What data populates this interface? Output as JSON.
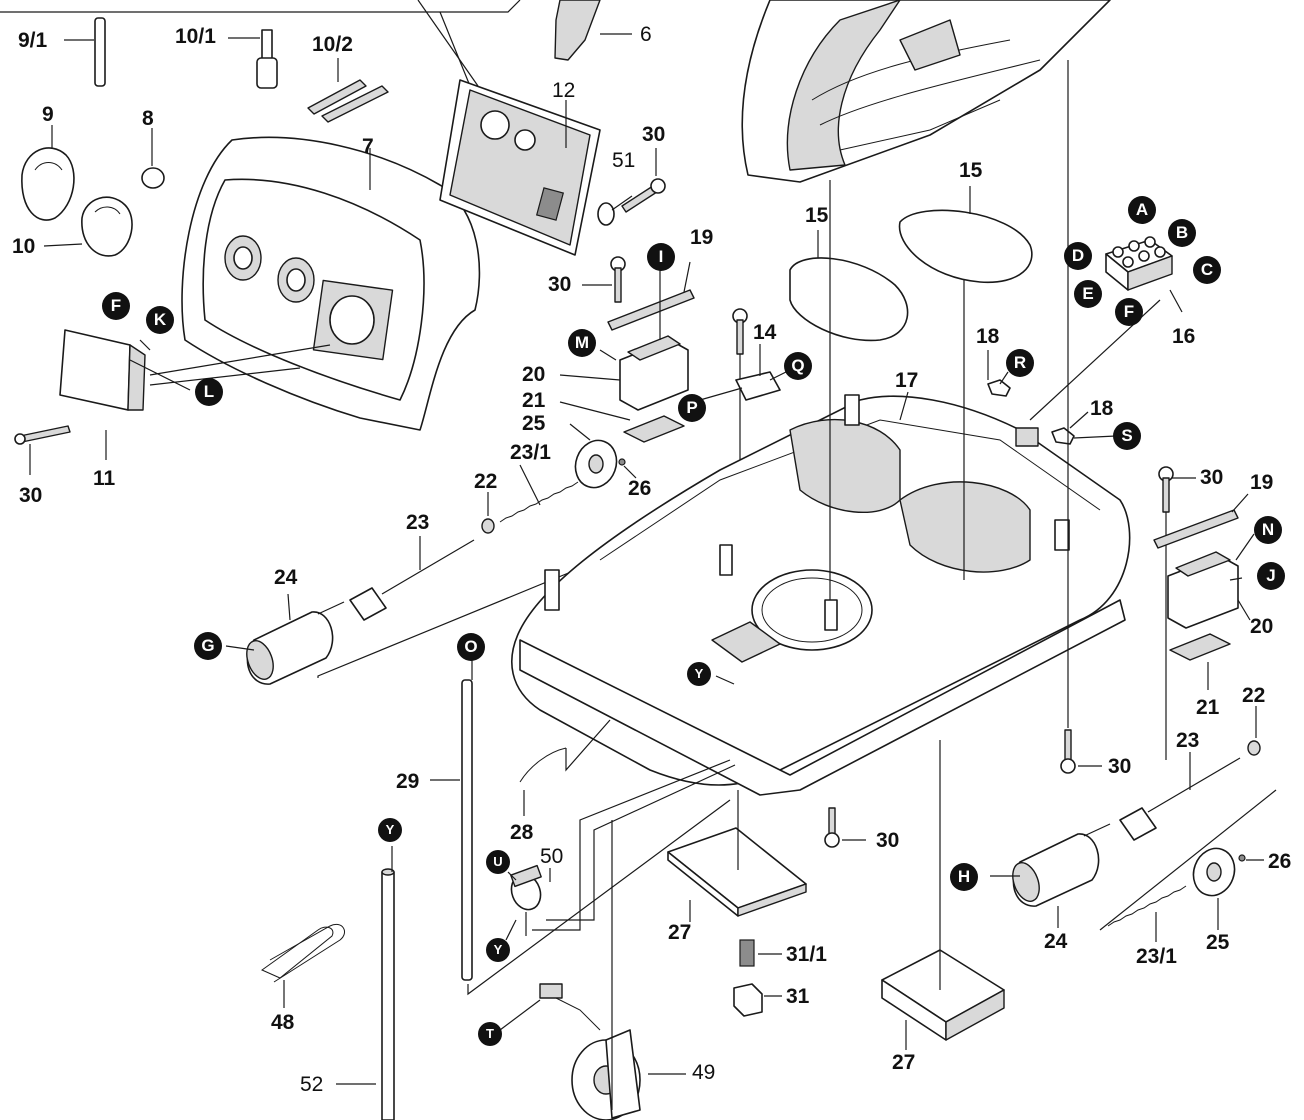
{
  "part_numbers": [
    "9/1",
    "10/1",
    "10/2",
    "6",
    "12",
    "30",
    "9",
    "8",
    "7",
    "51",
    "10",
    "30",
    "19",
    "20",
    "21",
    "25",
    "23/1",
    "26",
    "22",
    "23",
    "24",
    "11",
    "30",
    "14",
    "15",
    "15",
    "17",
    "18",
    "18",
    "16",
    "30",
    "19",
    "20",
    "21",
    "22",
    "23",
    "30",
    "29",
    "28",
    "50",
    "27",
    "31/1",
    "31",
    "27",
    "48",
    "52",
    "49",
    "30",
    "24",
    "26",
    "23/1",
    "25"
  ],
  "connection_letters": [
    "F",
    "K",
    "L",
    "M",
    "I",
    "P",
    "Q",
    "R",
    "S",
    "A",
    "B",
    "D",
    "C",
    "E",
    "F",
    "N",
    "J",
    "G",
    "O",
    "Y",
    "H",
    "Y",
    "U",
    "Y",
    "T"
  ]
}
